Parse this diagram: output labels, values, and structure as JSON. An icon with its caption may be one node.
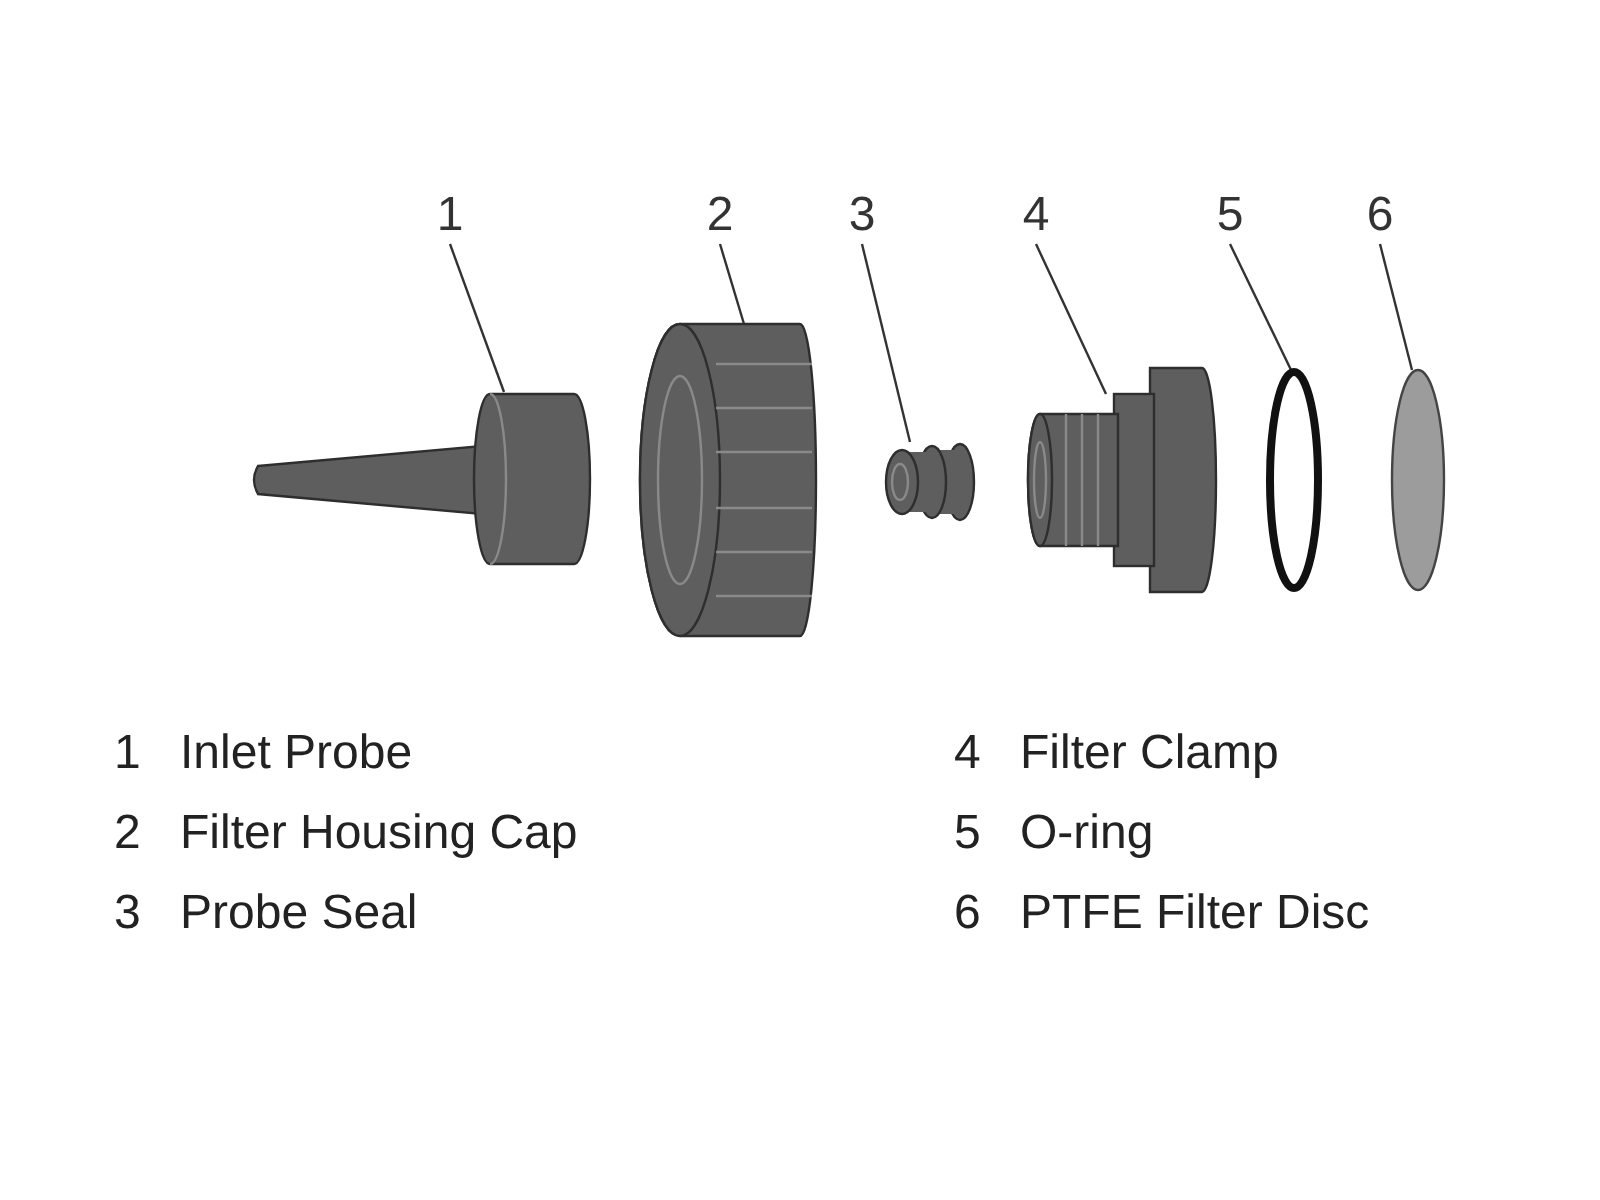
{
  "diagram": {
    "nodes": [
      {
        "text": [
          "1"
        ]
      },
      {
        "text": [
          "2"
        ]
      },
      {
        "text": [
          "3"
        ]
      },
      {
        "text": [
          "4"
        ]
      },
      {
        "text": [
          "5"
        ]
      },
      {
        "text": [
          "6"
        ]
      },
      {
        "text": [],
        "shape": "picture"
      },
      {
        "text": [],
        "shape": "picture"
      },
      {
        "text": [],
        "shape": "picture"
      },
      {
        "text": [],
        "shape": "picture"
      },
      {
        "text": [],
        "shape": "ring"
      },
      {
        "text": [],
        "shape": "ellipse"
      }
    ],
    "edges": [
      {
        "from": 0,
        "to": 6,
        "arrow": "none"
      },
      {
        "from": 1,
        "to": 7,
        "arrow": "none"
      },
      {
        "from": 2,
        "to": 8,
        "arrow": "none"
      },
      {
        "from": 3,
        "to": 9,
        "arrow": "none"
      },
      {
        "from": 4,
        "to": 10,
        "arrow": "none"
      },
      {
        "from": 5,
        "to": 11,
        "arrow": "none"
      }
    ],
    "labels": [
      "1",
      "Inlet Probe",
      "4",
      "Filter Clamp",
      "2",
      "Filter Housing Cap",
      "5",
      "O-ring",
      "3",
      "Probe Seal",
      "6",
      "PTFE Filter Disc"
    ]
  }
}
